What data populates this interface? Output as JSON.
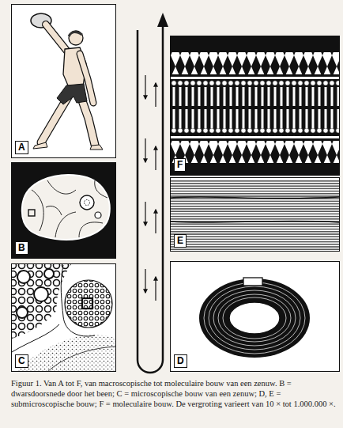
{
  "diagram": {
    "caption": "Figuur 1. Van A tot F, van macroscopische tot moleculaire bouw van een zenuw. B = dwarsdoorsnede door het been; C = microscopische bouw van een zenuw; D, E = submicroscopische bouw; F = moleculaire bouw. De vergroting varieert van 10 × tot 1.000.000 ×.",
    "nodes": [
      {
        "text": [
          "A"
        ]
      },
      {
        "text": [
          "B"
        ]
      },
      {
        "text": [
          "C"
        ]
      },
      {
        "text": [
          "D"
        ]
      },
      {
        "text": [
          "E"
        ]
      },
      {
        "text": [
          "F"
        ]
      }
    ]
  }
}
